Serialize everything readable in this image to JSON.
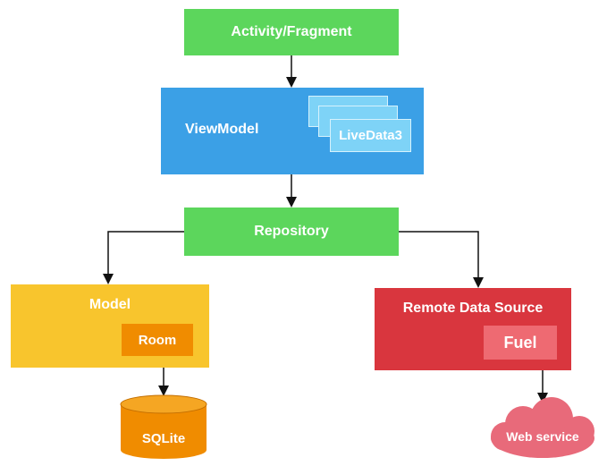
{
  "nodes": {
    "activity": "Activity/Fragment",
    "viewmodel": "ViewModel",
    "livedata": "LiveData3",
    "repository": "Repository",
    "model": "Model",
    "room": "Room",
    "sqlite": "SQLite",
    "remote": "Remote Data Source",
    "fuel": "Fuel",
    "webservice": "Web service"
  },
  "colors": {
    "green": "#5cd65c",
    "blue": "#3ba0e6",
    "blue_light": "#7ed3f7",
    "yellow": "#f8c52d",
    "orange": "#f08c00",
    "red": "#d9363e",
    "red_light": "#ee6a72",
    "pink": "#e86a7a"
  }
}
